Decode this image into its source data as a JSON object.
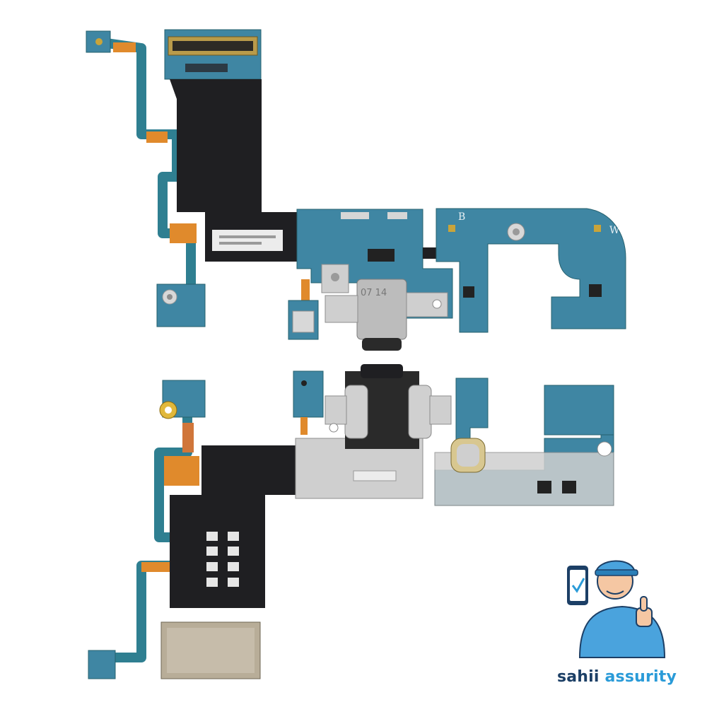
{
  "photo": {
    "subject": "charging port flex cable assembly",
    "background_color": "#ffffff",
    "pcb_color": "#3f86a3",
    "flex_color": "#1f1f22",
    "copper_color": "#e08a2c",
    "shield_color": "#cfcfcf",
    "board_marks": {
      "b": "B",
      "w": "W",
      "port_code": "07 14"
    }
  },
  "watermark": {
    "brand_first": "sahii",
    "brand_second": " assurity",
    "icon": "technician-thumbs-up-icon",
    "check_color": "#2a9bd8",
    "text_color": "#1c3f66"
  }
}
